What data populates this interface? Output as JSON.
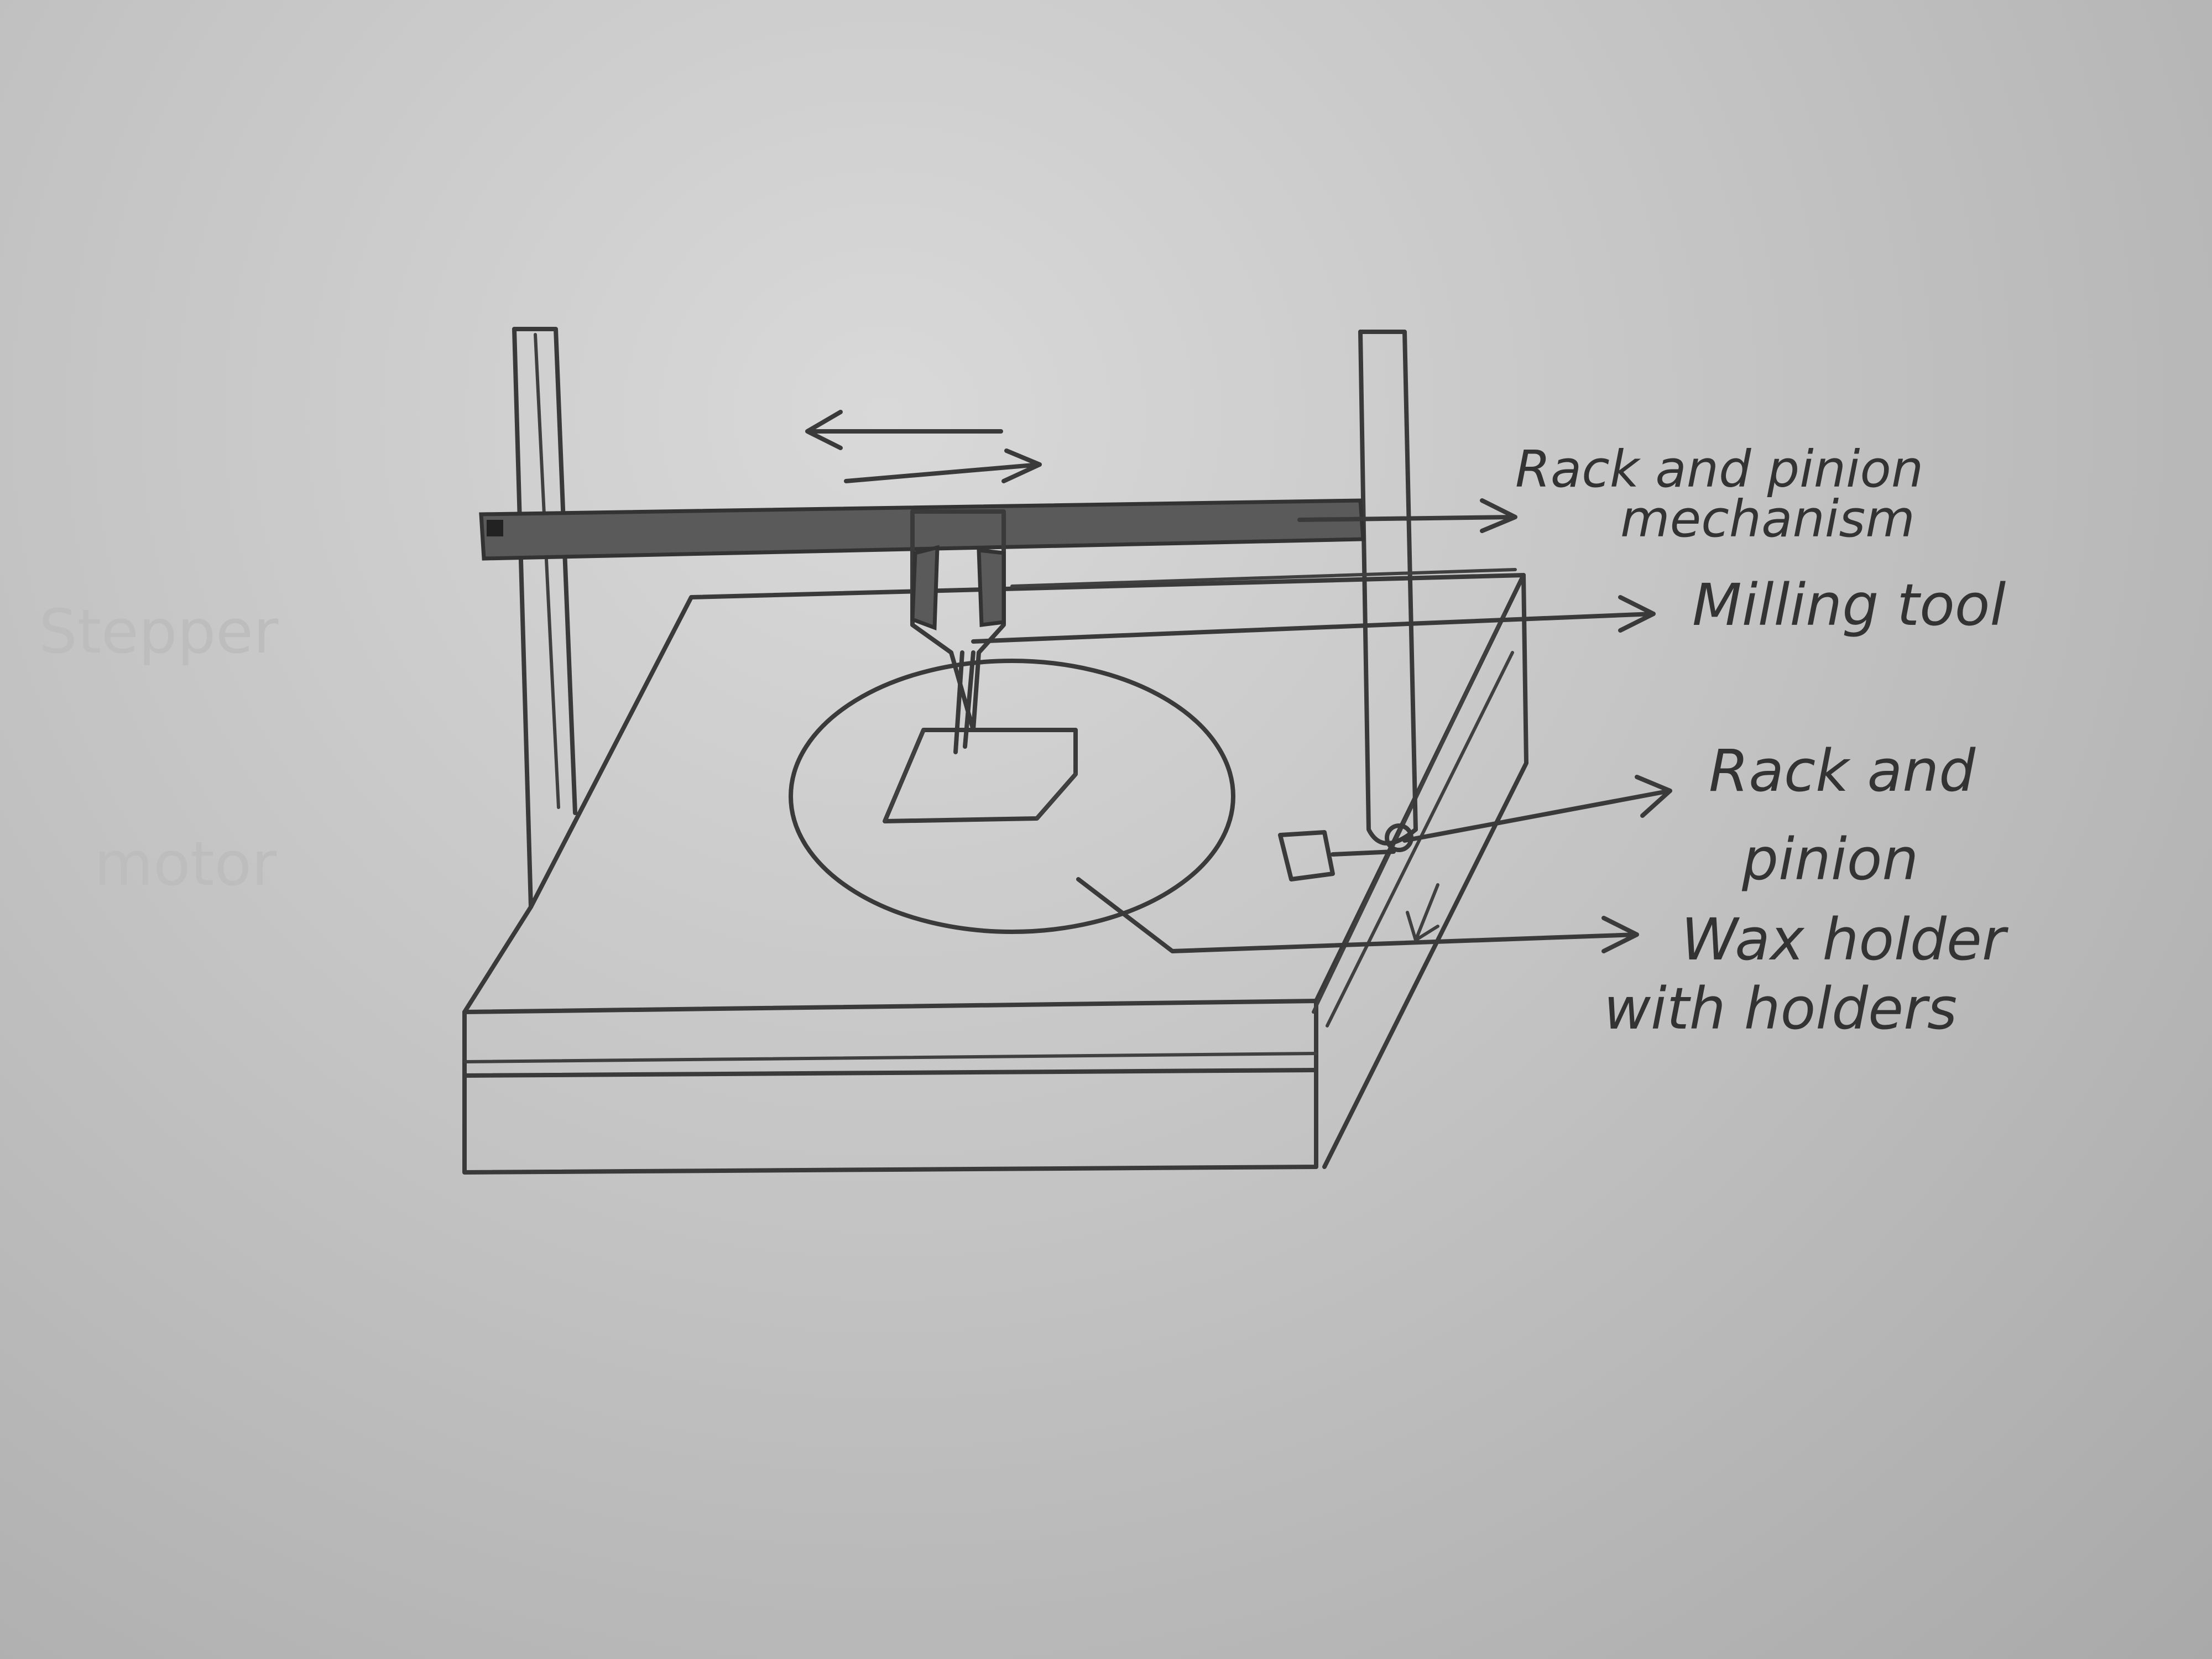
{
  "labels": {
    "rack_top_line1": "Rack and pinion",
    "rack_top_line2": "mechanism",
    "milling_tool": "Milling tool",
    "rack_side_line1": "Rack and",
    "rack_side_line2": "pinion",
    "wax_line1": "Wax holder",
    "wax_line2": "with holders"
  },
  "faint_notes": {
    "line1": "Stepper",
    "line2": "motor"
  }
}
